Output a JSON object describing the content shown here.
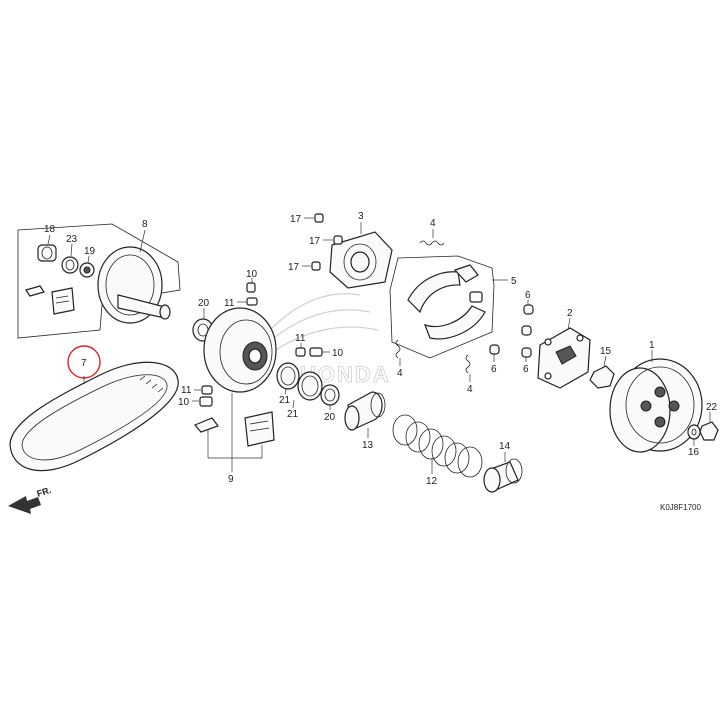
{
  "diagram": {
    "drawing_code": "K0J8F1700",
    "direction_label": "FR.",
    "highlight_color": "#e02020",
    "watermark": "HONDA",
    "labels": {
      "p1": "1",
      "p2": "2",
      "p3": "3",
      "p4a": "4",
      "p4b": "4",
      "p4c": "4",
      "p5": "5",
      "p6a": "6",
      "p6b": "6",
      "p6c": "6",
      "p7": "7",
      "p8": "8",
      "p9": "9",
      "p10a": "10",
      "p10b": "10",
      "p10c": "10",
      "p11a": "11",
      "p11b": "11",
      "p11c": "11",
      "p12": "12",
      "p13": "13",
      "p14": "14",
      "p15": "15",
      "p16": "16",
      "p17a": "17",
      "p17b": "17",
      "p17c": "17",
      "p18": "18",
      "p19": "19",
      "p20a": "20",
      "p20b": "20",
      "p21a": "21",
      "p21b": "21",
      "p22": "22",
      "p23": "23"
    }
  }
}
